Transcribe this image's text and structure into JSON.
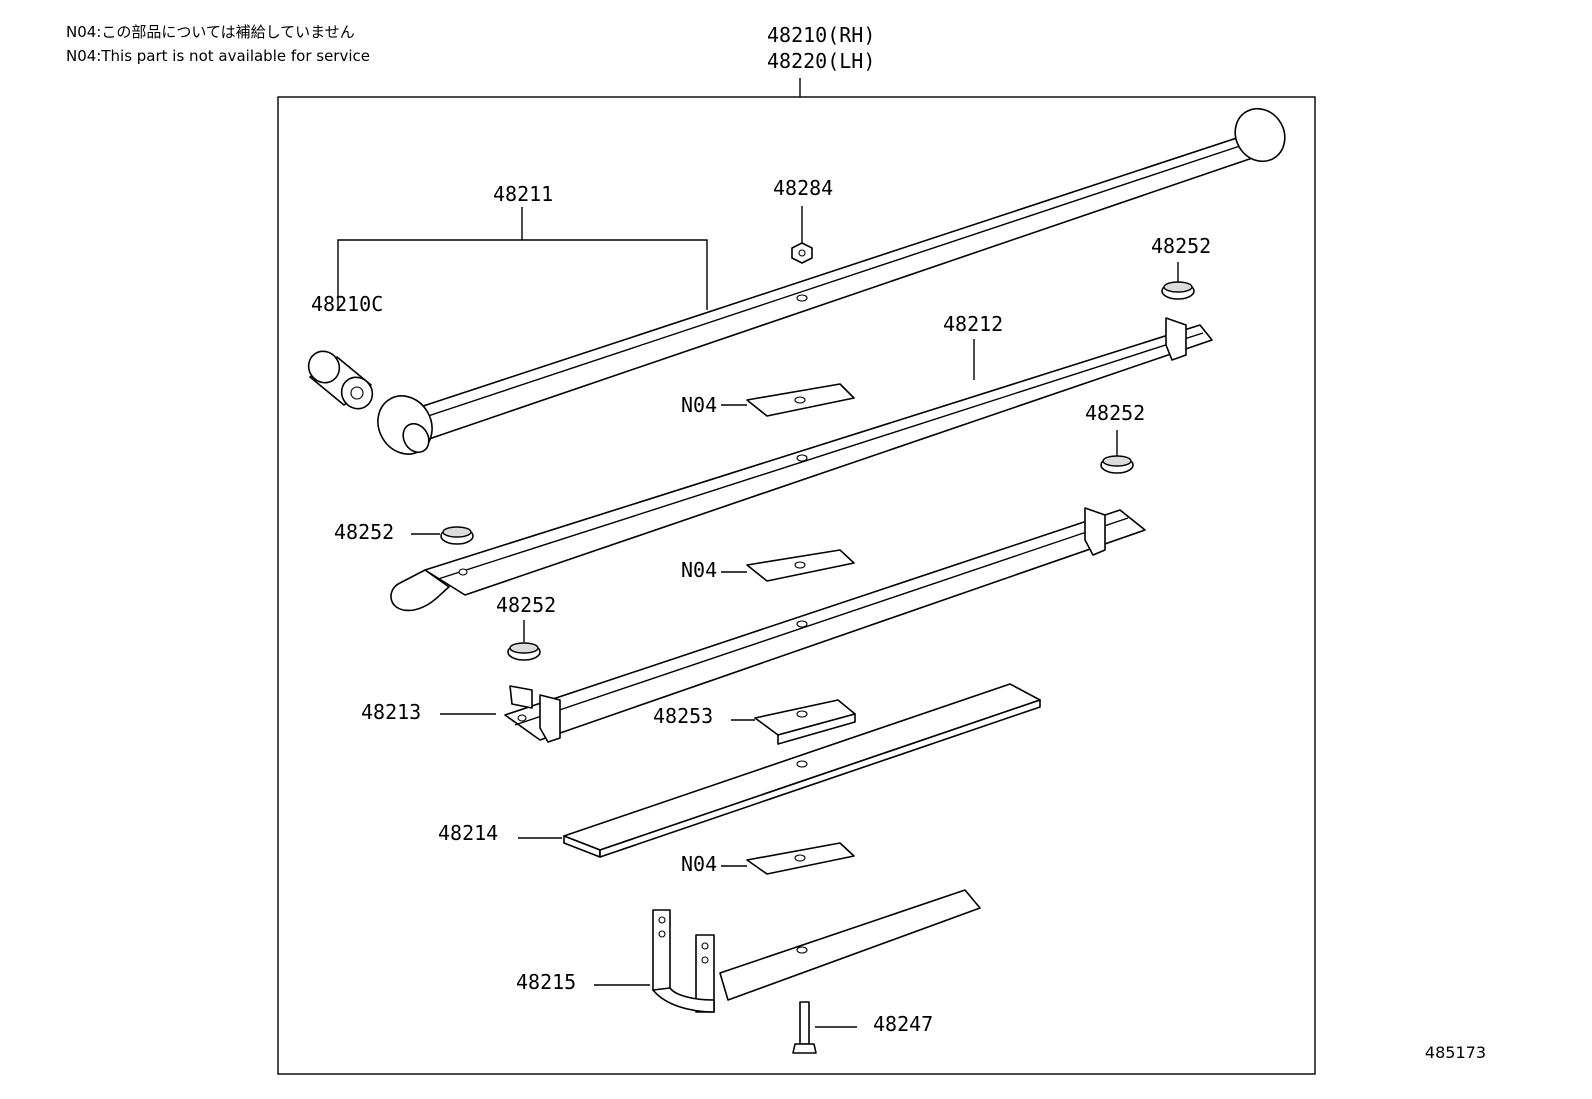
{
  "notes": {
    "jp": "N04:この部品については補給していません",
    "en": "N04:This part is not available for service"
  },
  "assembly": {
    "rh": "48210(RH)",
    "lh": "48220(LH)"
  },
  "callouts": {
    "p48211": "48211",
    "p48210C": "48210C",
    "p48284": "48284",
    "p48252_a": "48252",
    "p48212": "48212",
    "n04_a": "N04",
    "p48252_b": "48252",
    "p48252_c": "48252",
    "n04_b": "N04",
    "p48252_d": "48252",
    "p48213": "48213",
    "p48253": "48253",
    "p48214": "48214",
    "n04_c": "N04",
    "p48215": "48215",
    "p48247": "48247"
  },
  "illustration_number": "485173"
}
